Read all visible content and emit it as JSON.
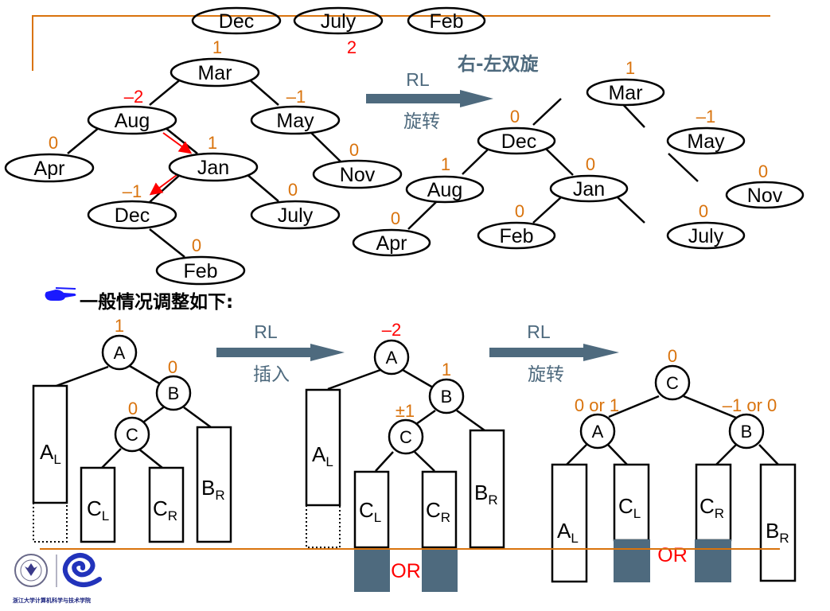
{
  "slide": {
    "queue_nodes": [
      "Dec",
      "July",
      "Feb"
    ],
    "title_cjk": "右-左双旋",
    "general_heading": "一般情况调整如下:",
    "logo_caption": "浙江大学计算机科学与技术学院",
    "colors": {
      "accent_orange": "#d9730d",
      "arrow_slate": "#4e6a7e",
      "alert_red": "#ff0000",
      "pointer_blue": "#1a1aff"
    }
  },
  "top_left_tree": {
    "insert_marker": "2",
    "nodes": [
      {
        "label": "Mar",
        "bf": "1",
        "bf_color": "orange"
      },
      {
        "label": "Aug",
        "bf": "–2",
        "bf_color": "red"
      },
      {
        "label": "May",
        "bf": "–1",
        "bf_color": "orange"
      },
      {
        "label": "Apr",
        "bf": "0",
        "bf_color": "orange"
      },
      {
        "label": "Jan",
        "bf": "1",
        "bf_color": "orange"
      },
      {
        "label": "Nov",
        "bf": "0",
        "bf_color": "orange"
      },
      {
        "label": "Dec",
        "bf": "–1",
        "bf_color": "orange"
      },
      {
        "label": "July",
        "bf": "0",
        "bf_color": "orange"
      },
      {
        "label": "Feb",
        "bf": "0",
        "bf_color": "orange"
      }
    ]
  },
  "top_arrow": {
    "above": "RL",
    "below": "旋转"
  },
  "top_right_tree": {
    "nodes": [
      {
        "label": "Mar",
        "bf": "1"
      },
      {
        "label": "Dec",
        "bf": "0"
      },
      {
        "label": "May",
        "bf": "–1"
      },
      {
        "label": "Aug",
        "bf": "1"
      },
      {
        "label": "Jan",
        "bf": "0"
      },
      {
        "label": "Nov",
        "bf": "0"
      },
      {
        "label": "Apr",
        "bf": "0"
      },
      {
        "label": "Feb",
        "bf": "0"
      },
      {
        "label": "July",
        "bf": "0"
      }
    ]
  },
  "general_before": {
    "A": {
      "label": "A",
      "bf": "1"
    },
    "B": {
      "label": "B",
      "bf": "0"
    },
    "C": {
      "label": "C",
      "bf": "0"
    },
    "subtrees": [
      {
        "main": "A",
        "sub": "L"
      },
      {
        "main": "C",
        "sub": "L"
      },
      {
        "main": "C",
        "sub": "R"
      },
      {
        "main": "B",
        "sub": "R"
      }
    ]
  },
  "arrow_insert": {
    "above": "RL",
    "below": "插入"
  },
  "general_inserted": {
    "A": {
      "label": "A",
      "bf": "–2"
    },
    "B": {
      "label": "B",
      "bf": "1"
    },
    "C": {
      "label": "C",
      "bf": "±1"
    },
    "subtrees": [
      {
        "main": "A",
        "sub": "L"
      },
      {
        "main": "C",
        "sub": "L"
      },
      {
        "main": "C",
        "sub": "R"
      },
      {
        "main": "B",
        "sub": "R"
      }
    ],
    "or_label": "OR"
  },
  "arrow_rotate": {
    "above": "RL",
    "below": "旋转"
  },
  "general_after": {
    "C": {
      "label": "C",
      "bf": "0"
    },
    "A": {
      "label": "A",
      "bf": "0 or 1"
    },
    "B": {
      "label": "B",
      "bf": "–1 or 0"
    },
    "subtrees": [
      {
        "main": "A",
        "sub": "L"
      },
      {
        "main": "C",
        "sub": "L"
      },
      {
        "main": "C",
        "sub": "R"
      },
      {
        "main": "B",
        "sub": "R"
      }
    ],
    "or_label": "OR"
  }
}
